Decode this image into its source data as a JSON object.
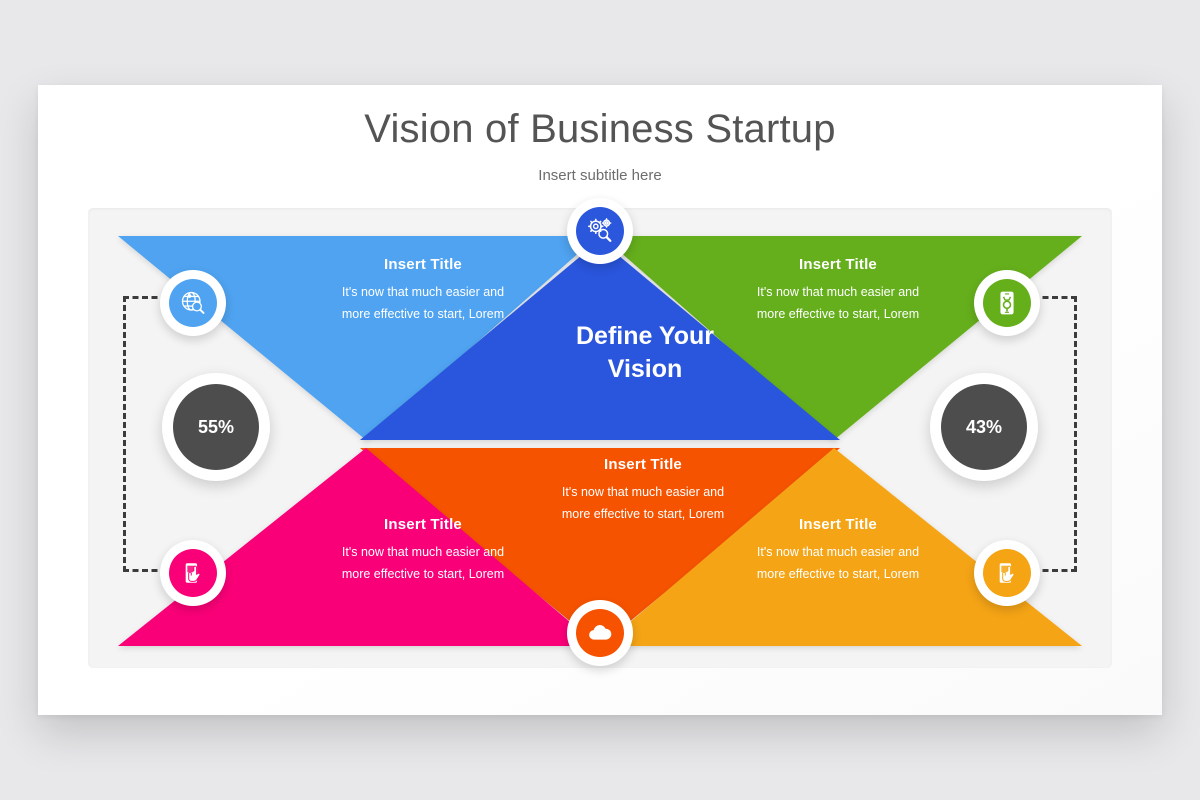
{
  "slide": {
    "title": "Vision of Business Startup",
    "subtitle": "Insert subtitle here"
  },
  "center": {
    "label_line1": "Define Your",
    "label_line2": "Vision",
    "color": "#2B57DD",
    "icon": "gears-search-icon"
  },
  "quadrants": [
    {
      "id": "top-left",
      "title": "Insert Title",
      "body_line1": "It's now that much easier and",
      "body_line2": "more effective to start, Lorem",
      "color": "#4FA3F0",
      "icon": "globe-search-icon"
    },
    {
      "id": "top-right",
      "title": "Insert Title",
      "body_line1": "It's now that much easier and",
      "body_line2": "more effective to start, Lorem",
      "color": "#65AF1B",
      "icon": "mobile-search-icon"
    },
    {
      "id": "bottom-left",
      "title": "Insert Title",
      "body_line1": "It's now that much easier and",
      "body_line2": "more effective to start, Lorem",
      "color": "#FA0078",
      "icon": "hand-touch-icon"
    },
    {
      "id": "bottom-center",
      "title": "Insert Title",
      "body_line1": "It's now that much easier and",
      "body_line2": "more effective to start, Lorem",
      "color": "#F65200",
      "icon": "cloud-icon"
    },
    {
      "id": "bottom-right",
      "title": "Insert Title",
      "body_line1": "It's now that much easier and",
      "body_line2": "more effective to start, Lorem",
      "color": "#F5A413",
      "icon": "hand-touch-icon"
    }
  ],
  "stats": [
    {
      "id": "left-stat",
      "value": "55%",
      "color": "#4d4d4d"
    },
    {
      "id": "right-stat",
      "value": "43%",
      "color": "#4d4d4d"
    }
  ],
  "palette": {
    "background": "#e8e8ea",
    "slide": "#ffffff",
    "panel": "#f4f4f4",
    "title_text": "#545454",
    "subtitle_text": "#6d6d6d",
    "bracket": "#3c3c3c"
  }
}
